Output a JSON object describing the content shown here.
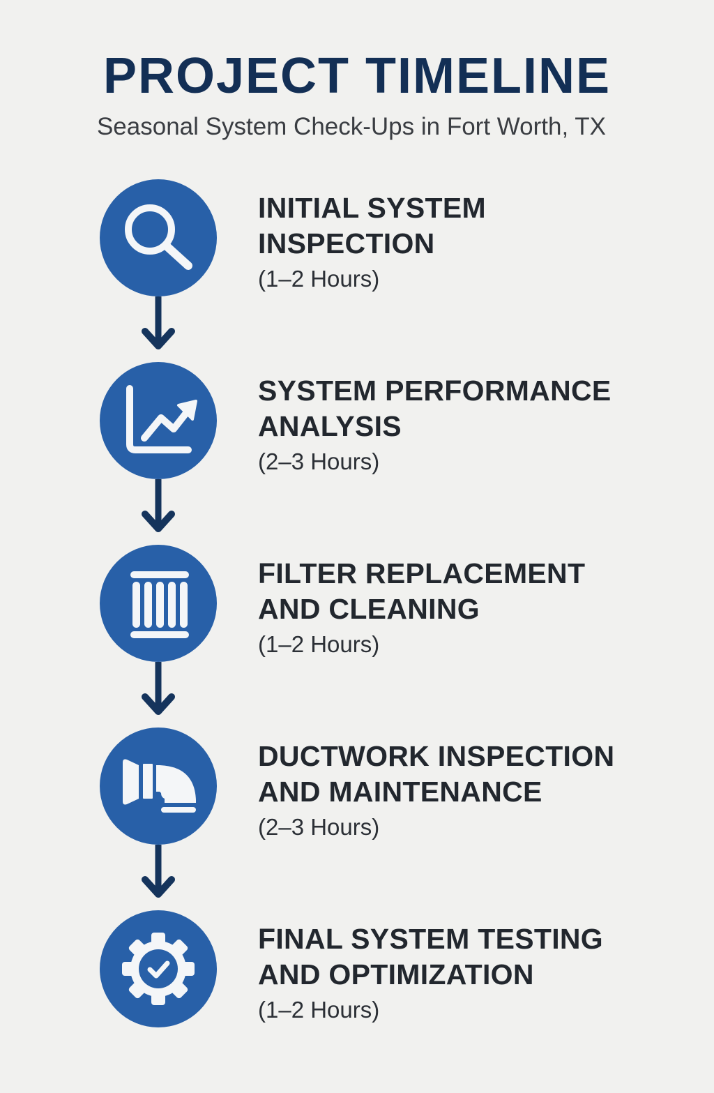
{
  "header": {
    "title": "PROJECT TIMELINE",
    "subtitle": "Seasonal System Check-Ups in Fort Worth, TX"
  },
  "colors": {
    "background": "#f1f1ef",
    "title": "#132f55",
    "circle": "#2860a8",
    "arrow": "#15345c",
    "step_text": "#22272e",
    "icon": "#f4f6f8"
  },
  "steps": [
    {
      "icon": "magnifying-glass-icon",
      "title_line1": "INITIAL SYSTEM",
      "title_line2": "INSPECTION",
      "duration": "(1–2 Hours)"
    },
    {
      "icon": "trending-chart-icon",
      "title_line1": "SYSTEM PERFORMANCE",
      "title_line2": "ANALYSIS",
      "duration": "(2–3 Hours)"
    },
    {
      "icon": "air-filter-icon",
      "title_line1": "FILTER REPLACEMENT",
      "title_line2": "AND CLEANING",
      "duration": "(1–2 Hours)"
    },
    {
      "icon": "duct-pipe-icon",
      "title_line1": "DUCTWORK INSPECTION",
      "title_line2": "AND MAINTENANCE",
      "duration": "(2–3 Hours)"
    },
    {
      "icon": "gear-check-icon",
      "title_line1": "FINAL SYSTEM TESTING",
      "title_line2": "AND OPTIMIZATION",
      "duration": "(1–2 Hours)"
    }
  ]
}
